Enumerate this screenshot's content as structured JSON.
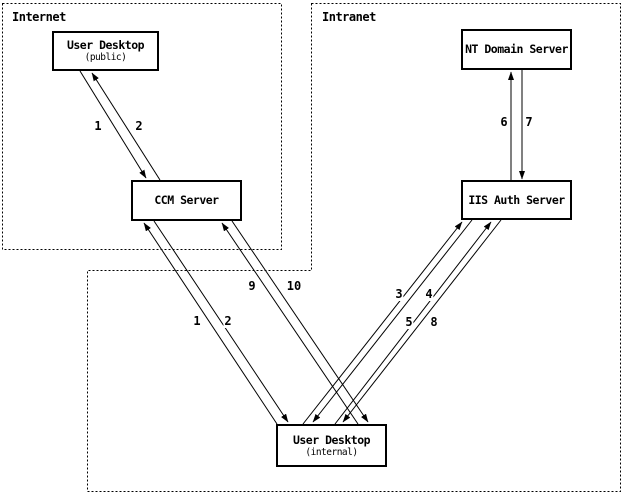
{
  "diagram": {
    "background_color": "#ffffff",
    "ink_color": "#000000"
  },
  "zones": [
    {
      "id": "internet",
      "label": "Internet"
    },
    {
      "id": "intranet",
      "label": "Intranet"
    }
  ],
  "nodes": [
    {
      "id": "user-desktop-public",
      "title": "User Desktop",
      "subtitle": "(public)"
    },
    {
      "id": "ccm-server",
      "title": "CCM Server"
    },
    {
      "id": "nt-domain-server",
      "title": "NT Domain Server"
    },
    {
      "id": "iis-auth-server",
      "title": "IIS Auth Server"
    },
    {
      "id": "user-desktop-internal",
      "title": "User Desktop",
      "subtitle": "(internal)"
    }
  ],
  "flows": [
    {
      "label": "1",
      "from": "user-desktop-public",
      "to": "ccm-server"
    },
    {
      "label": "2",
      "from": "ccm-server",
      "to": "user-desktop-public"
    },
    {
      "label": "1",
      "from": "user-desktop-internal",
      "to": "ccm-server"
    },
    {
      "label": "2",
      "from": "ccm-server",
      "to": "user-desktop-internal"
    },
    {
      "label": "3",
      "from": "user-desktop-internal",
      "to": "iis-auth-server"
    },
    {
      "label": "4",
      "from": "iis-auth-server",
      "to": "user-desktop-internal"
    },
    {
      "label": "5",
      "from": "user-desktop-internal",
      "to": "iis-auth-server"
    },
    {
      "label": "6",
      "from": "iis-auth-server",
      "to": "nt-domain-server"
    },
    {
      "label": "7",
      "from": "nt-domain-server",
      "to": "iis-auth-server"
    },
    {
      "label": "8",
      "from": "iis-auth-server",
      "to": "user-desktop-internal"
    },
    {
      "label": "9",
      "from": "user-desktop-internal",
      "to": "ccm-server"
    },
    {
      "label": "10",
      "from": "ccm-server",
      "to": "user-desktop-internal"
    }
  ]
}
